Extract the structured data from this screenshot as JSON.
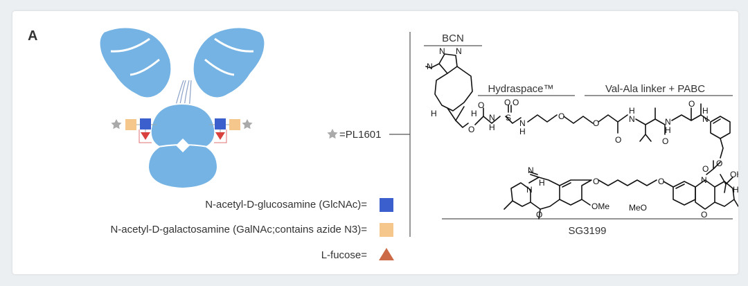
{
  "panel_label": "A",
  "legend": {
    "glcnac": {
      "label": "N-acetyl-D-glucosamine (GlcNAc)=",
      "color": "#3b5fcd"
    },
    "galnac": {
      "label": "N-acetyl-D-galactosamine (GalNAc;contains azide N3)=",
      "color": "#f6c78c"
    },
    "fucose": {
      "label": "L-fucose=",
      "color": "#cc6a47"
    }
  },
  "payload": {
    "label": "=PL1601",
    "star_color": "#aaaaaa"
  },
  "segments": {
    "bcn": "BCN",
    "hydraspace": "Hydraspace™",
    "linker": "Val-Ala linker + PABC",
    "sg3199": "SG3199"
  },
  "colors": {
    "antibody": "#74b3e3",
    "antibody_outline": "#ffffff",
    "fucose_glyph": "#d9413f"
  },
  "atoms": {
    "n1": "N",
    "n2": "N",
    "n3": "N",
    "h1": "H",
    "h2": "H",
    "o1": "O",
    "o2": "O",
    "o3": "O",
    "o4": "O",
    "h3": "H",
    "s": "S",
    "n4": "N",
    "h4": "H",
    "h5": "H",
    "n5": "N",
    "o5": "O",
    "o6": "O",
    "o7": "O",
    "h6": "H",
    "n6": "N",
    "o8": "O",
    "h7": "H",
    "n7": "N",
    "o9": "O",
    "h8": "H",
    "n8": "N",
    "o10": "O",
    "o11": "O",
    "o12": "O",
    "oh": "OH",
    "h9": "H",
    "n9": "N",
    "n10": "N",
    "n11": "N",
    "o13": "O",
    "o14": "O",
    "ome1": "OMe",
    "ome2": "MeO",
    "o15": "O",
    "h10": "H",
    "o16": "O"
  }
}
